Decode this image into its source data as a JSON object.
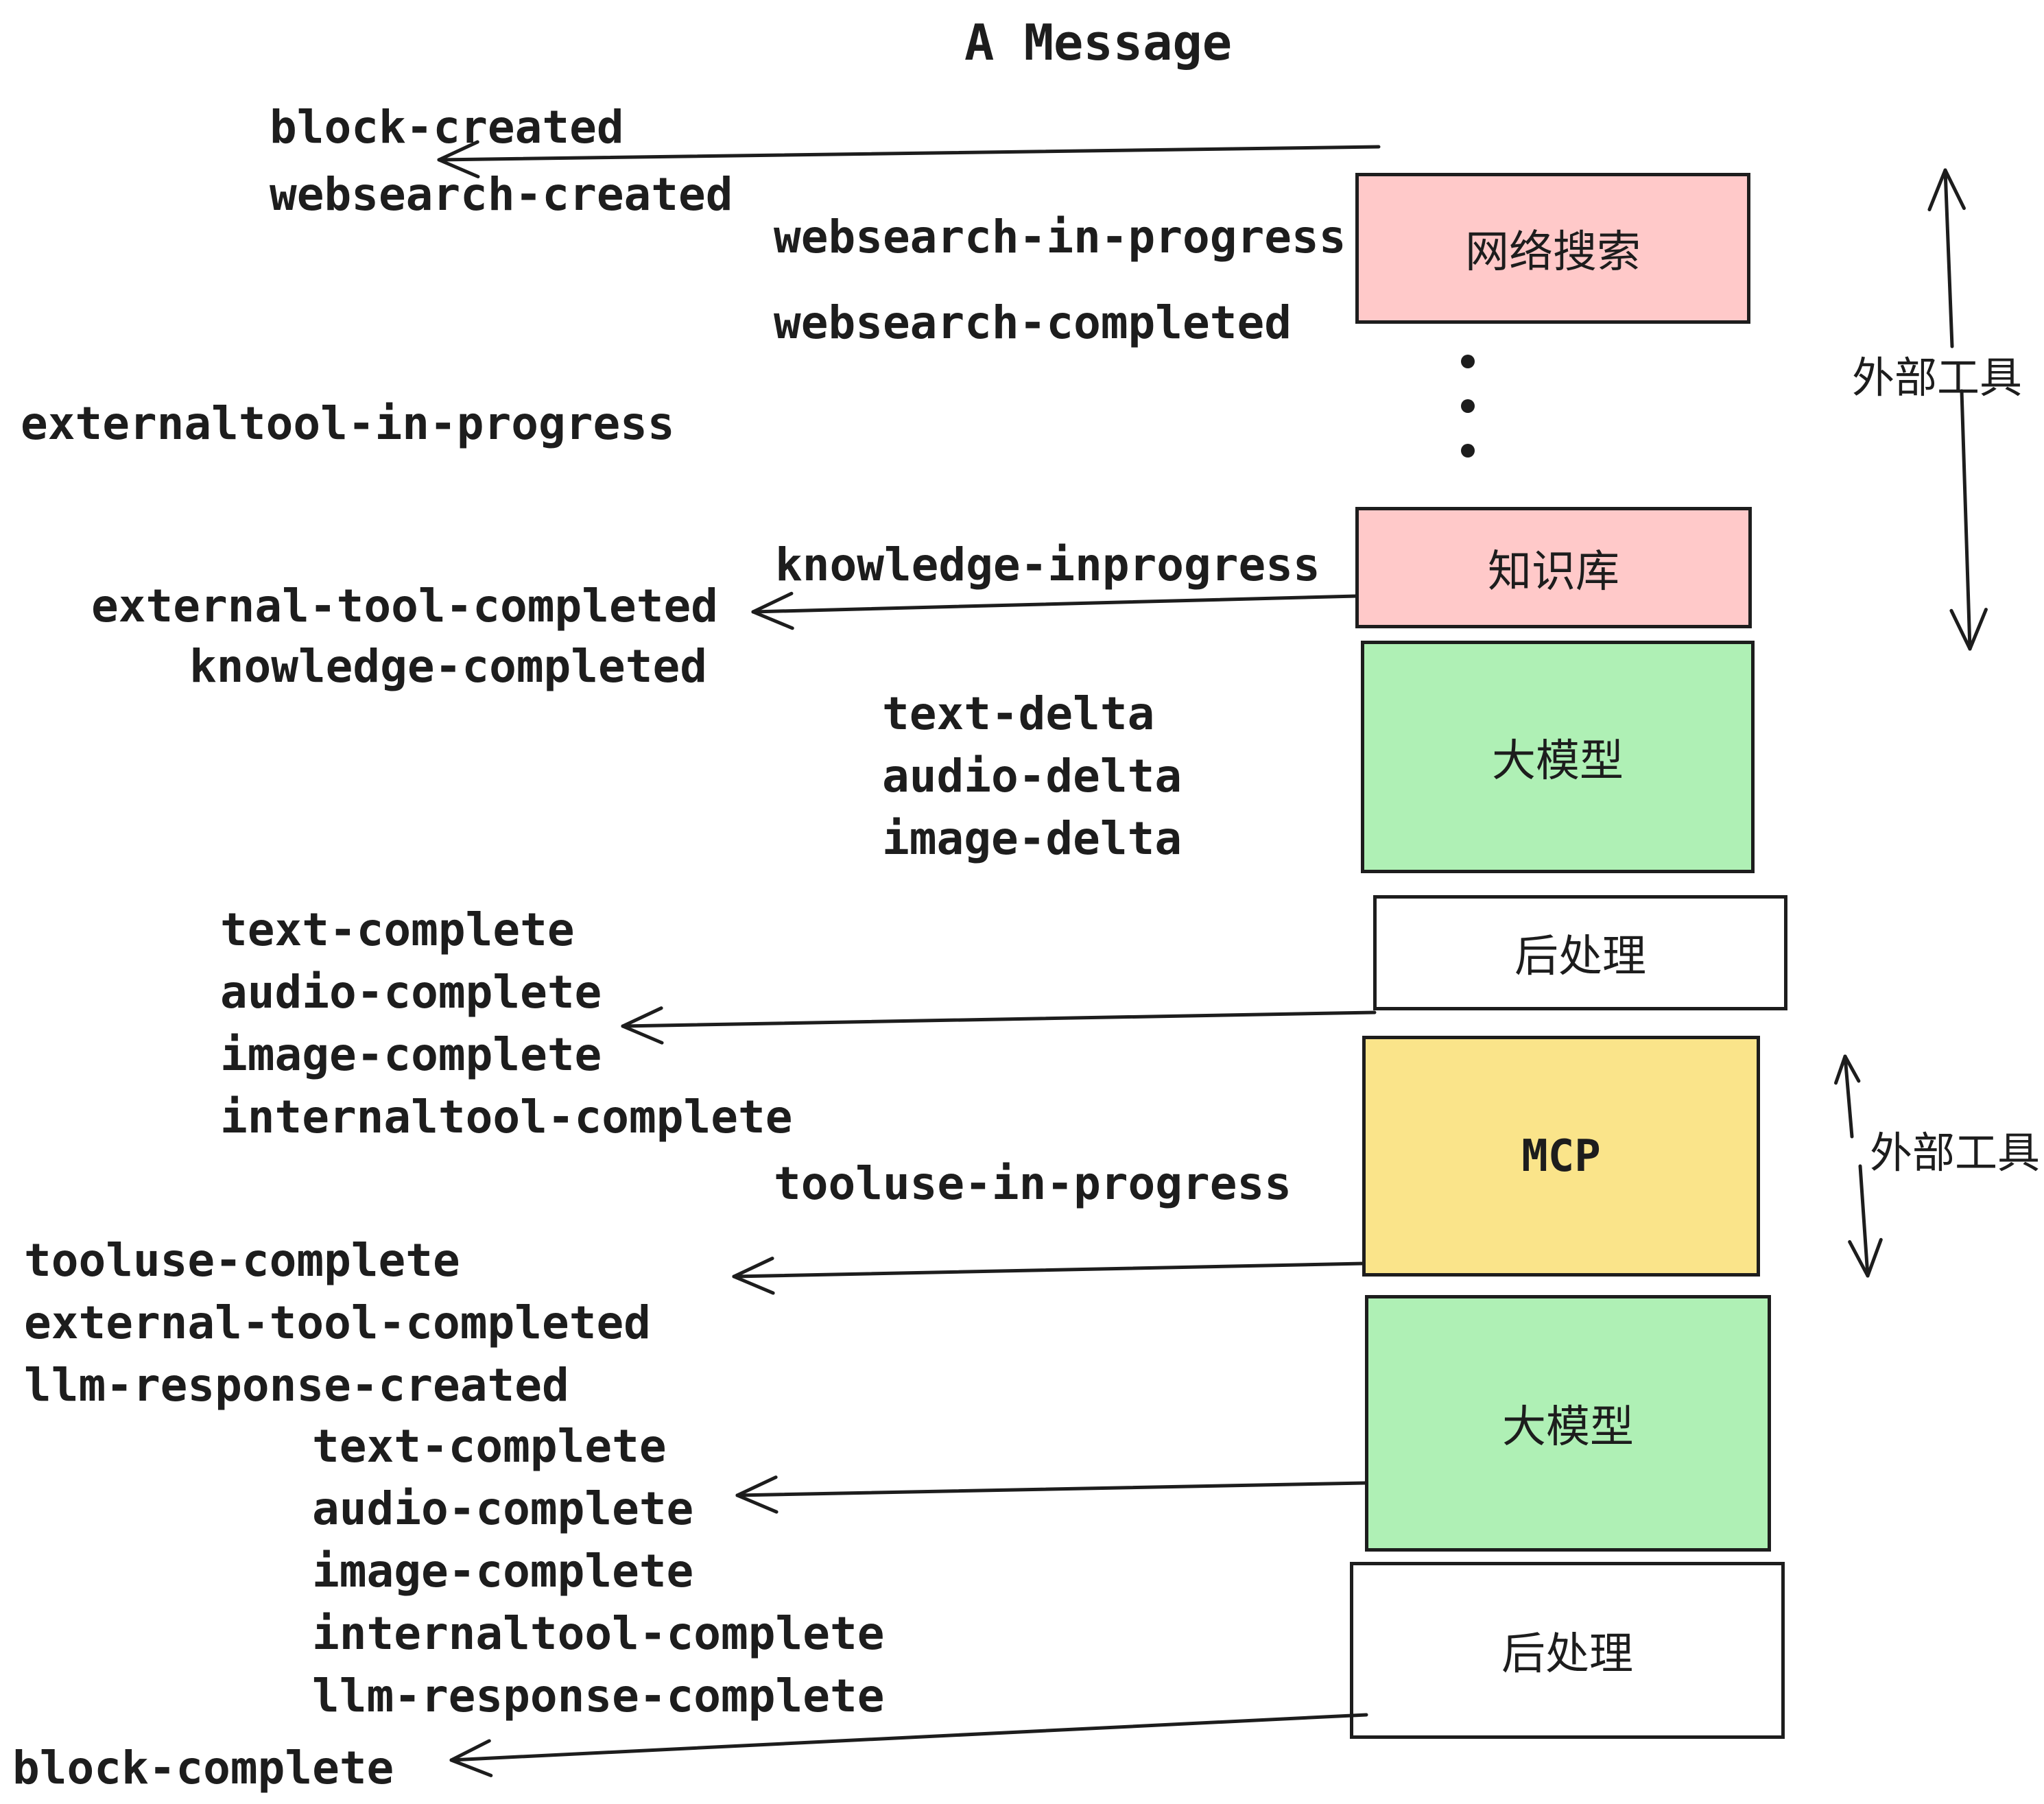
{
  "title": "A Message",
  "events": {
    "block_created": "block-created",
    "websearch_created": "websearch-created",
    "websearch_in_progress": "websearch-in-progress",
    "websearch_completed": "websearch-completed",
    "externaltool_in_progress": "externaltool-in-progress",
    "external_tool_completed": "external-tool-completed",
    "knowledge_completed": "knowledge-completed",
    "knowledge_inprogress": "knowledge-inprogress",
    "text_delta": "text-delta",
    "audio_delta": "audio-delta",
    "image_delta": "image-delta",
    "text_complete": "text-complete",
    "audio_complete": "audio-complete",
    "image_complete": "image-complete",
    "internaltool_complete": "internaltool-complete",
    "tooluse_in_progress": "tooluse-in-progress",
    "tooluse_complete": "tooluse-complete",
    "llm_response_created": "llm-response-created",
    "llm_response_complete": "llm-response-complete",
    "block_complete": "block-complete"
  },
  "boxes": [
    {
      "id": "websearch",
      "label": "网络搜索",
      "color": "#FFC9C9"
    },
    {
      "id": "knowledge",
      "label": "知识库",
      "color": "#FFC9C9"
    },
    {
      "id": "llm-1",
      "label": "大模型",
      "color": "#AFF0B5"
    },
    {
      "id": "post-1",
      "label": "后处理",
      "color": "#FFFFFF"
    },
    {
      "id": "mcp",
      "label": "MCP",
      "color": "#FAE48A"
    },
    {
      "id": "llm-2",
      "label": "大模型",
      "color": "#AFF0B5"
    },
    {
      "id": "post-2",
      "label": "后处理",
      "color": "#FFFFFF"
    }
  ],
  "side_labels": {
    "external_tools_top": "外部工具",
    "external_tools_mid": "外部工具"
  },
  "colors": {
    "ink": "#1D1D1D",
    "pink": "#FFC9C9",
    "green": "#AFF0B5",
    "yellow": "#FAE48A",
    "white": "#FFFFFF"
  }
}
